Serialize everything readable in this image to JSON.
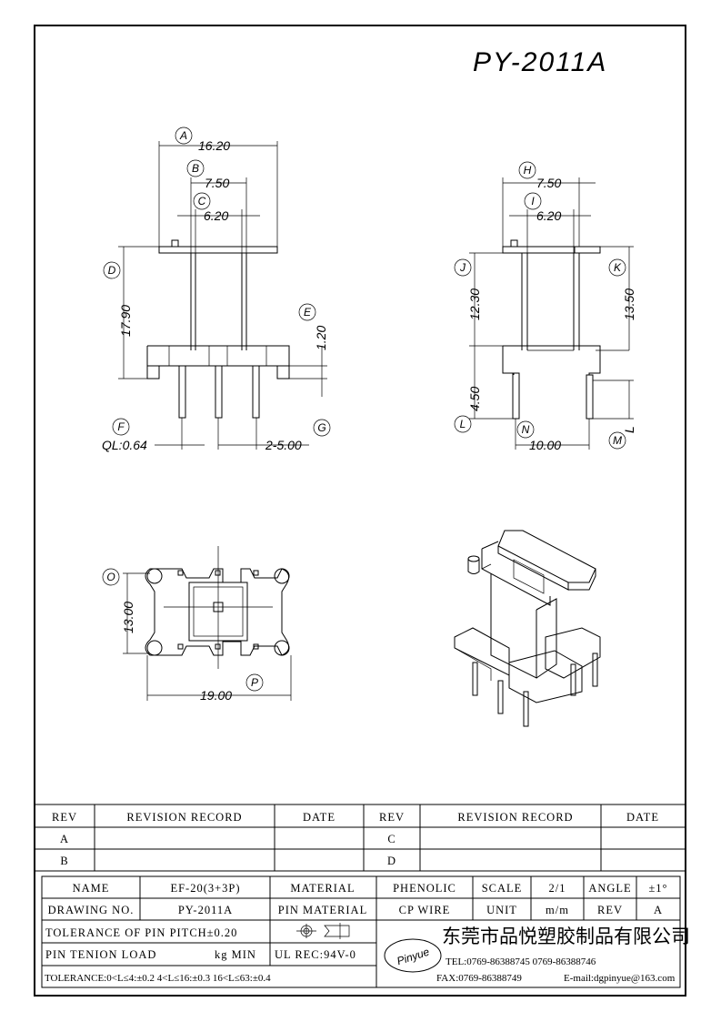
{
  "drawing_title": "PY-2011A",
  "front_view": {
    "dim_a": "16.20",
    "dim_b": "7.50",
    "dim_c": "6.20",
    "dim_d": "17.90",
    "dim_e": "1.20",
    "ql_label": "QL:0.64",
    "pitch_label": "2-5.00",
    "markers": [
      "A",
      "B",
      "C",
      "D",
      "E",
      "F",
      "G"
    ]
  },
  "side_view": {
    "dim_h": "7.50",
    "dim_i": "6.20",
    "dim_j": "12.30",
    "dim_k": "13.50",
    "dim_l": "4.50",
    "dim_n": "10.00",
    "dim_m": "L",
    "markers": [
      "H",
      "I",
      "J",
      "K",
      "L",
      "M",
      "N"
    ]
  },
  "bottom_view": {
    "dim_o": "13.00",
    "dim_p": "19.00",
    "markers": [
      "O",
      "P"
    ]
  },
  "revision_table": {
    "headers": [
      "REV",
      "REVISION RECORD",
      "DATE",
      "REV",
      "REVISION RECORD",
      "DATE"
    ],
    "rows": [
      [
        "A",
        "",
        "",
        "C",
        "",
        ""
      ],
      [
        "B",
        "",
        "",
        "D",
        "",
        ""
      ]
    ]
  },
  "title_block": {
    "name_label": "NAME",
    "name_value": "EF-20(3+3P)",
    "material_label": "MATERIAL",
    "material_value": "PHENOLIC",
    "scale_label": "SCALE",
    "scale_value": "2/1",
    "angle_label": "ANGLE",
    "angle_value": "±1°",
    "drawing_no_label": "DRAWING NO.",
    "drawing_no_value": "PY-2011A",
    "pin_material_label": "PIN MATERIAL",
    "pin_material_value": "CP WIRE",
    "unit_label": "UNIT",
    "unit_value": "m/m",
    "rev_label": "REV",
    "rev_value": "A",
    "tolerance_pitch": "TOLERANCE OF PIN PITCH±0.20",
    "pin_tension": "PIN TENION LOAD",
    "pin_tension_unit": "kg MIN",
    "ul_rec": "UL REC:94V-0",
    "tolerance_line": "TOLERANCE:0<L≤4:±0.2  4<L≤16:±0.3  16<L≤63:±0.4",
    "logo_text": "Pinyue",
    "company": "东莞市品悦塑胶制品有限公司",
    "tel": "TEL:0769-86388745   0769-86388746",
    "fax": "FAX:0769-86388749",
    "email": "E-mail:dgpinyue@163.com"
  }
}
